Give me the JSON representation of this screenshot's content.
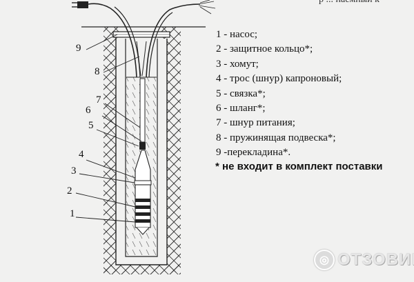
{
  "header_fragment": "р  ...  наемный к",
  "legend": {
    "items": [
      "1 - насос;",
      "2 - защитное кольцо*;",
      "3 - хомут;",
      "4 - трос (шнур) капроновый;",
      "5 - связка*;",
      "6 - шланг*;",
      "7 - шнур питания;",
      "8 - пружинящая подвеска*;",
      "9 -перекладина*."
    ],
    "note": "* не входит в  комплект поставки"
  },
  "callouts": [
    "9",
    "8",
    "7",
    "6",
    "5",
    "4",
    "3",
    "2",
    "1"
  ],
  "watermark": {
    "icon": "otzovik-logo-icon",
    "text": "ОТЗОВИК"
  },
  "colors": {
    "ink": "#111111",
    "paper": "#f1f1f0",
    "watermark": "#e6e6e6"
  }
}
